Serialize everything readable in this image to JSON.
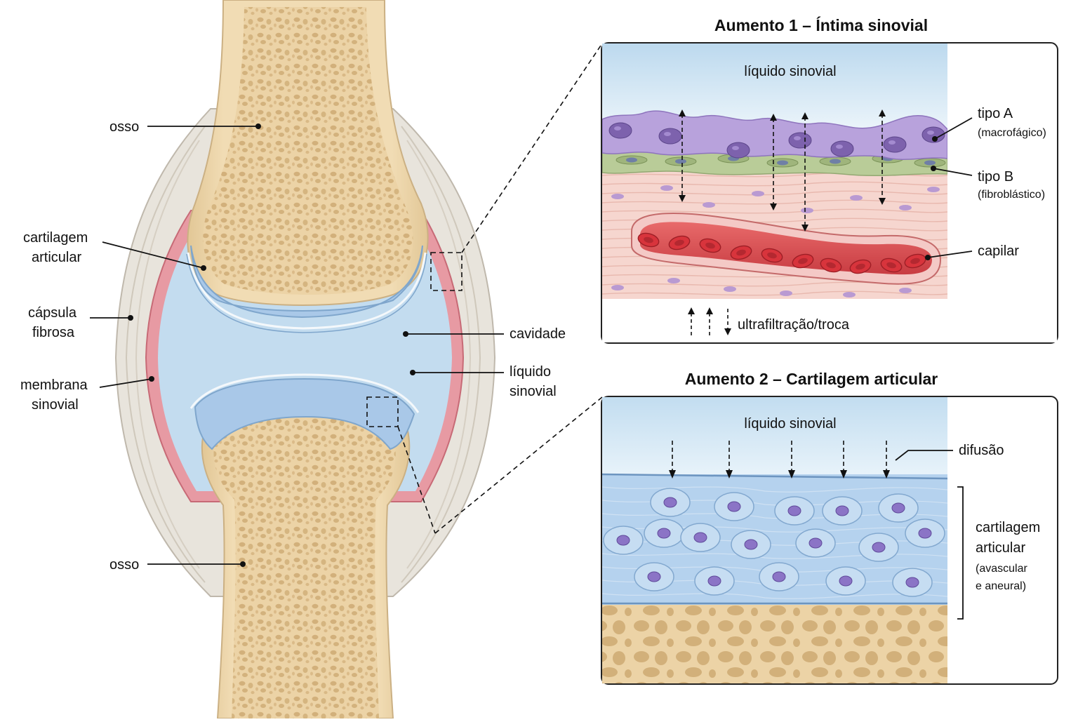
{
  "joint_labels": {
    "bone_top": "osso",
    "cartilage_line1": "cartilagem",
    "cartilage_line2": "articular",
    "capsule_line1": "cápsula",
    "capsule_line2": "fibrosa",
    "membrane_line1": "membrana",
    "membrane_line2": "sinovial",
    "cavity": "cavidade",
    "fluid_line1": "líquido",
    "fluid_line2": "sinovial",
    "bone_bottom": "osso"
  },
  "panel1": {
    "title": "Aumento 1 – Íntima sinovial",
    "fluid": "líquido sinovial",
    "type_a": "tipo A",
    "type_a_sub": "(macrofágico)",
    "type_b": "tipo B",
    "type_b_sub": "(fibroblástico)",
    "capillary": "capilar",
    "exchange": "ultrafiltração/troca"
  },
  "panel2": {
    "title": "Aumento 2 – Cartilagem articular",
    "fluid": "líquido sinovial",
    "diffusion": "difusão",
    "cart_line1": "cartilagem",
    "cart_line2": "articular",
    "cart_line3": "(avascular",
    "cart_line4": "e aneural)"
  },
  "colors": {
    "bone": "#ecd3a6",
    "bone_pore": "#c9a46c",
    "cartilage": "#a9c8e8",
    "fluid": "#cfe3f1",
    "membrane": "#e79aa3",
    "capsule": "#e8e4dc",
    "macrophage": "#a98fce",
    "fibroblast": "#a9c08a",
    "blood": "#d9434a",
    "tissue": "#f6d6cf"
  }
}
